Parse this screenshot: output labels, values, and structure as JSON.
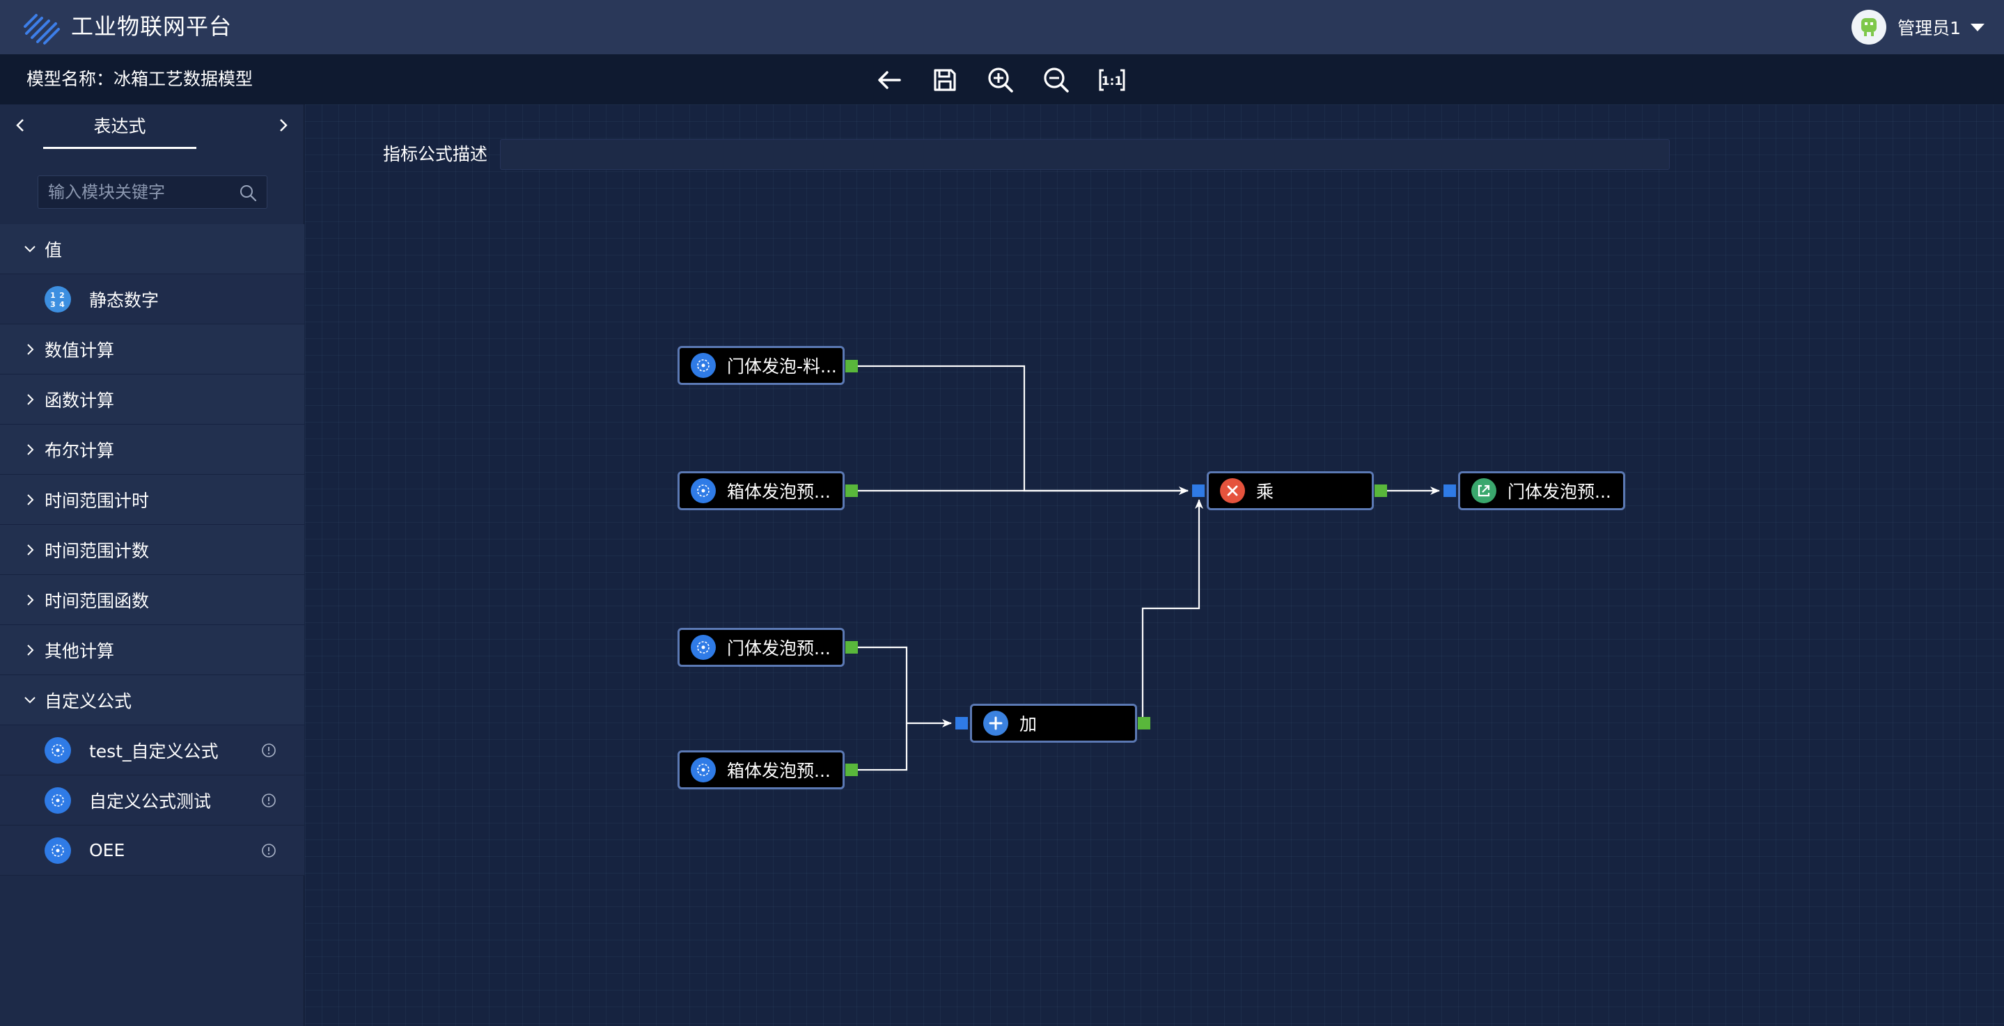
{
  "header": {
    "app_title": "工业物联网平台",
    "user_name": "管理员1"
  },
  "toolbar": {
    "model_name_label": "模型名称：冰箱工艺数据模型",
    "buttons": [
      "back-icon",
      "save-icon",
      "zoom-in-icon",
      "zoom-out-icon",
      "fit-1-1-icon"
    ],
    "fit_label": "1:1"
  },
  "sidebar": {
    "tab_label": "表达式",
    "search_placeholder": "输入模块关键字",
    "categories": [
      {
        "label": "值",
        "expanded": true,
        "items": [
          {
            "label": "静态数字",
            "icon": "number-icon"
          }
        ]
      },
      {
        "label": "数值计算",
        "expanded": false
      },
      {
        "label": "函数计算",
        "expanded": false
      },
      {
        "label": "布尔计算",
        "expanded": false
      },
      {
        "label": "时间范围计时",
        "expanded": false
      },
      {
        "label": "时间范围计数",
        "expanded": false
      },
      {
        "label": "时间范围函数",
        "expanded": false
      },
      {
        "label": "其他计算",
        "expanded": false
      },
      {
        "label": "自定义公式",
        "expanded": true,
        "items": [
          {
            "label": "test_自定义公式",
            "icon": "formula-icon"
          },
          {
            "label": "自定义公式测试",
            "icon": "formula-icon"
          },
          {
            "label": "OEE",
            "icon": "formula-icon"
          }
        ]
      }
    ]
  },
  "canvas": {
    "desc_label": "指标公式描述",
    "nodes": [
      {
        "id": "n1",
        "label": "门体发泡-料...",
        "icon": "data-point-icon"
      },
      {
        "id": "n2",
        "label": "箱体发泡预...",
        "icon": "data-point-icon"
      },
      {
        "id": "n3",
        "label": "门体发泡预...",
        "icon": "data-point-icon"
      },
      {
        "id": "n4",
        "label": "箱体发泡预...",
        "icon": "data-point-icon"
      },
      {
        "id": "n5",
        "label": "加",
        "icon": "plus-icon"
      },
      {
        "id": "n6",
        "label": "乘",
        "icon": "multiply-icon"
      },
      {
        "id": "n7",
        "label": "门体发泡预...",
        "icon": "output-icon"
      }
    ],
    "colors": {
      "data_point": "#2f7be6",
      "multiply": "#e5533d",
      "plus": "#3b82e0",
      "output": "#3aa76d",
      "port_out": "#59b73b",
      "port_in": "#2f7be6"
    }
  }
}
